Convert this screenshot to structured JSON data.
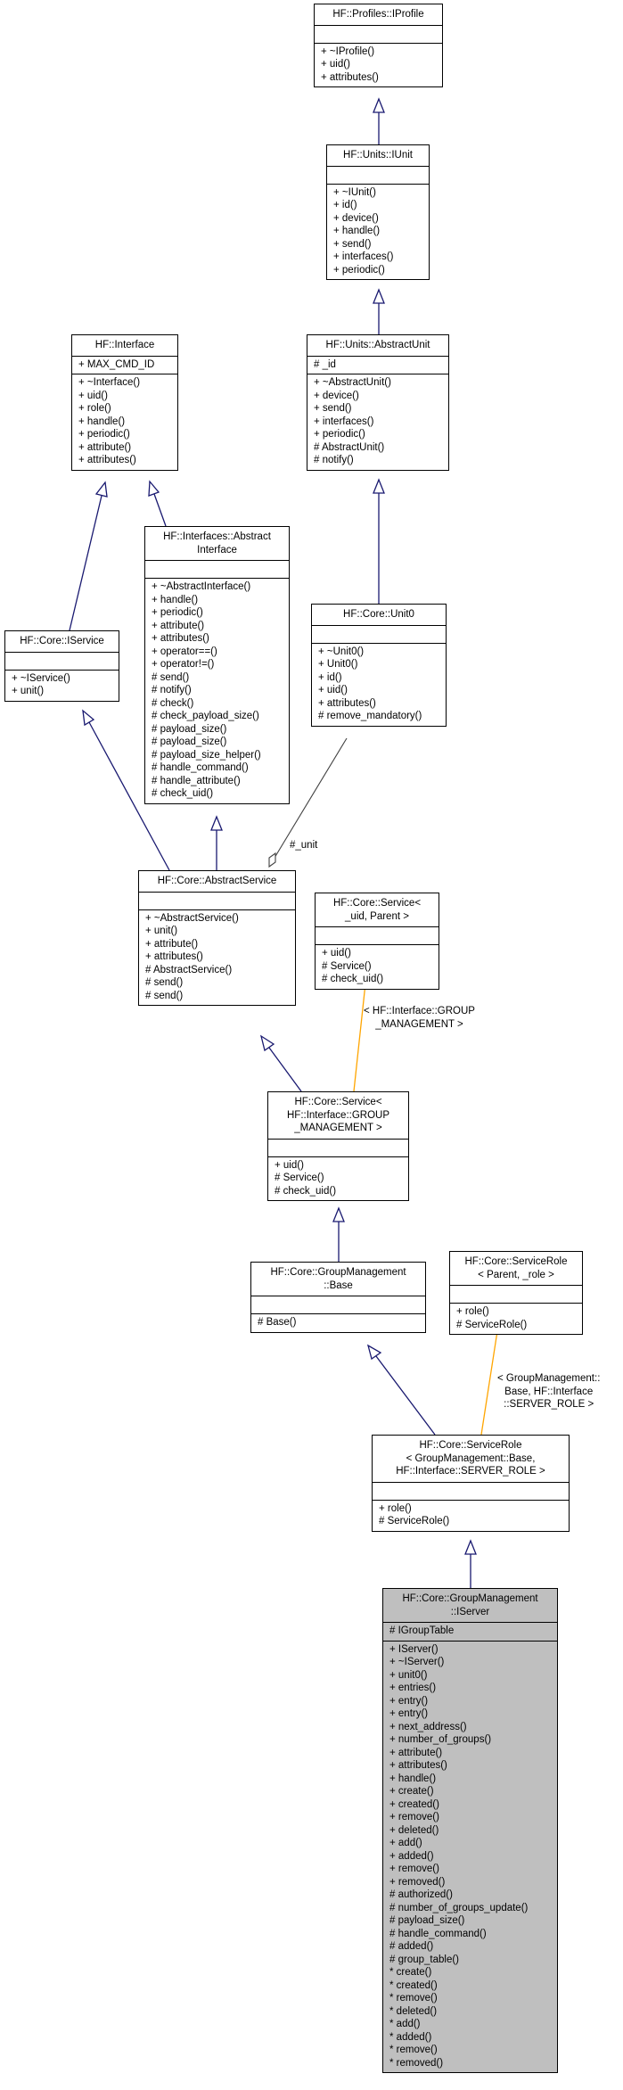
{
  "classes": [
    {
      "key": "iprofile",
      "title": [
        "HF::Profiles::IProfile"
      ],
      "attributes": [],
      "methods": [
        "+ ~IProfile()",
        "+ uid()",
        "+ attributes()"
      ]
    },
    {
      "key": "iunit",
      "title": [
        "HF::Units::IUnit"
      ],
      "attributes": [],
      "methods": [
        "+ ~IUnit()",
        "+ id()",
        "+ device()",
        "+ handle()",
        "+ send()",
        "+ interfaces()",
        "+ periodic()"
      ]
    },
    {
      "key": "abstractunit",
      "title": [
        "HF::Units::AbstractUnit"
      ],
      "attributes": [
        "# _id"
      ],
      "methods": [
        "+ ~AbstractUnit()",
        "+ device()",
        "+ send()",
        "+ interfaces()",
        "+ periodic()",
        "# AbstractUnit()",
        "# notify()"
      ]
    },
    {
      "key": "interface",
      "title": [
        "HF::Interface"
      ],
      "attributes": [
        "+ MAX_CMD_ID"
      ],
      "methods": [
        "+ ~Interface()",
        "+ uid()",
        "+ role()",
        "+ handle()",
        "+ periodic()",
        "+ attribute()",
        "+ attributes()"
      ]
    },
    {
      "key": "abstractinterface",
      "title": [
        "HF::Interfaces::Abstract",
        "Interface"
      ],
      "attributes": [],
      "methods": [
        "+ ~AbstractInterface()",
        "+ handle()",
        "+ periodic()",
        "+ attribute()",
        "+ attributes()",
        "+ operator==()",
        "+ operator!=()",
        "# send()",
        "# notify()",
        "# check()",
        "# check_payload_size()",
        "# payload_size()",
        "# payload_size()",
        "# payload_size_helper()",
        "# handle_command()",
        "# handle_attribute()",
        "# check_uid()"
      ]
    },
    {
      "key": "iservice",
      "title": [
        "HF::Core::IService"
      ],
      "attributes": [],
      "methods": [
        "+ ~IService()",
        "+ unit()"
      ]
    },
    {
      "key": "unit0",
      "title": [
        "HF::Core::Unit0"
      ],
      "attributes": [],
      "methods": [
        "+ ~Unit0()",
        "+ Unit0()",
        "+ id()",
        "+ uid()",
        "+ attributes()",
        "# remove_mandatory()"
      ]
    },
    {
      "key": "abstractservice",
      "title": [
        "HF::Core::AbstractService"
      ],
      "attributes": [],
      "methods": [
        "+ ~AbstractService()",
        "+ unit()",
        "+ attribute()",
        "+ attributes()",
        "# AbstractService()",
        "# send()",
        "# send()"
      ]
    },
    {
      "key": "servicetpl",
      "title": [
        "HF::Core::Service<",
        "_uid, Parent >"
      ],
      "attributes": [],
      "methods": [
        "+ uid()",
        "# Service()",
        "# check_uid()"
      ]
    },
    {
      "key": "servicegm",
      "title": [
        "HF::Core::Service<",
        "HF::Interface::GROUP",
        "_MANAGEMENT >"
      ],
      "attributes": [],
      "methods": [
        "+ uid()",
        "# Service()",
        "# check_uid()"
      ]
    },
    {
      "key": "gmbase",
      "title": [
        "HF::Core::GroupManagement",
        "::Base"
      ],
      "attributes": [],
      "methods": [
        "# Base()"
      ]
    },
    {
      "key": "servicerole",
      "title": [
        "HF::Core::ServiceRole",
        "< Parent, _role >"
      ],
      "attributes": [],
      "methods": [
        "+ role()",
        "# ServiceRole()"
      ]
    },
    {
      "key": "servicerolegm",
      "title": [
        "HF::Core::ServiceRole",
        "< GroupManagement::Base,",
        "HF::Interface::SERVER_ROLE >"
      ],
      "attributes": [],
      "methods": [
        "+ role()",
        "# ServiceRole()"
      ]
    },
    {
      "key": "iserver",
      "title": [
        "HF::Core::GroupManagement",
        "::IServer"
      ],
      "attributes": [
        "# IGroupTable"
      ],
      "methods": [
        "+ IServer()",
        "+ ~IServer()",
        "+ unit0()",
        "+ entries()",
        "+ entry()",
        "+ entry()",
        "+ next_address()",
        "+ number_of_groups()",
        "+ attribute()",
        "+ attributes()",
        "+ handle()",
        "+ create()",
        "+ created()",
        "+ remove()",
        "+ deleted()",
        "+ add()",
        "+ added()",
        "+ remove()",
        "+ removed()",
        "# authorized()",
        "# number_of_groups_update()",
        "# payload_size()",
        "# handle_command()",
        "# added()",
        "# group_table()",
        "* create()",
        "* created()",
        "* remove()",
        "* deleted()",
        "* add()",
        "* added()",
        "* remove()",
        "* removed()"
      ]
    }
  ],
  "edge_labels": {
    "unit": "#_unit",
    "service_bind": [
      "< HF::Interface::GROUP",
      "_MANAGEMENT >"
    ],
    "servicerole_bind": [
      "< GroupManagement::",
      "Base, HF::Interface",
      "::SERVER_ROLE >"
    ]
  },
  "colors": {
    "inheritance": "#191970",
    "template_binding": "#ffa500",
    "association": "#404040",
    "highlight_fill": "#bfbfbf"
  }
}
